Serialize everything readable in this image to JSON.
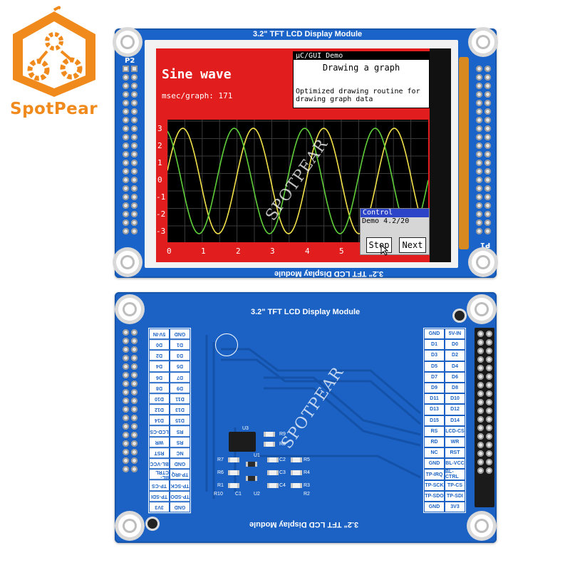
{
  "brand": {
    "name": "SpotPear",
    "color": "#f08a1c"
  },
  "front_board": {
    "title": "3.2\" TFT LCD Display Module",
    "title_bottom": "3.2\" TFT LCD Display Module",
    "header_left_label": "P2",
    "header_right_label": "P1"
  },
  "display": {
    "heading": "Sine wave",
    "timing": "msec/graph: 171",
    "demo_window": {
      "title": "µC/GUI Demo",
      "subtitle": "Drawing a graph",
      "description_line1": "Optimized drawing routine for",
      "description_line2": "drawing graph data"
    },
    "y_ticks": [
      "3",
      "2",
      "1",
      "0",
      "-1",
      "-2",
      "-3"
    ],
    "x_ticks": [
      "0",
      "1",
      "2",
      "3",
      "4",
      "5"
    ],
    "control_window": {
      "title": "Control",
      "status": "Demo 4.2/20",
      "stop_label": "Stop",
      "next_label": "Next"
    },
    "colors": {
      "screen_red": "#e21d1d",
      "wave_yellow": "#f2e24a",
      "wave_green": "#5fcf3a"
    }
  },
  "watermark": "SPOTPEAR",
  "back_board": {
    "title": "3.2\" TFT LCD Display Module",
    "title_bottom": "3.2\" TFT LCD Display Module",
    "left_pins": [
      [
        "GND",
        "3V3"
      ],
      [
        "TP-SDO",
        "TP-SDI"
      ],
      [
        "TP-SCK",
        "TP-CS"
      ],
      [
        "TP-IRQ",
        "BL-CTRL"
      ],
      [
        "GND",
        "BL-VCC"
      ],
      [
        "NC",
        "RST"
      ],
      [
        "RS",
        "WR"
      ],
      [
        "RS",
        "LCD-CS"
      ],
      [
        "D15",
        "D14"
      ],
      [
        "D13",
        "D12"
      ],
      [
        "D11",
        "D10"
      ],
      [
        "D9",
        "D8"
      ],
      [
        "D7",
        "D6"
      ],
      [
        "D5",
        "D4"
      ],
      [
        "D3",
        "D2"
      ],
      [
        "D1",
        "D0"
      ],
      [
        "GND",
        "5V-IN"
      ]
    ],
    "right_pins": [
      [
        "GND",
        "5V-IN"
      ],
      [
        "D1",
        "D0"
      ],
      [
        "D3",
        "D2"
      ],
      [
        "D5",
        "D4"
      ],
      [
        "D7",
        "D6"
      ],
      [
        "D9",
        "D8"
      ],
      [
        "D11",
        "D10"
      ],
      [
        "D13",
        "D12"
      ],
      [
        "D15",
        "D14"
      ],
      [
        "RS",
        "LCD-CS"
      ],
      [
        "RD",
        "WR"
      ],
      [
        "NC",
        "RST"
      ],
      [
        "GND",
        "BL-VCC"
      ],
      [
        "TP-IRQ",
        "BL-CTRL"
      ],
      [
        "TP-SCK",
        "TP-CS"
      ],
      [
        "TP-SDO",
        "TP-SDI"
      ],
      [
        "GND",
        "3V3"
      ]
    ],
    "component_labels": [
      "U3",
      "R9",
      "R8",
      "R7",
      "R6",
      "R5",
      "C2",
      "C3",
      "C4",
      "U1",
      "U2",
      "R4",
      "R3",
      "R2",
      "R1",
      "C1",
      "R10"
    ]
  }
}
